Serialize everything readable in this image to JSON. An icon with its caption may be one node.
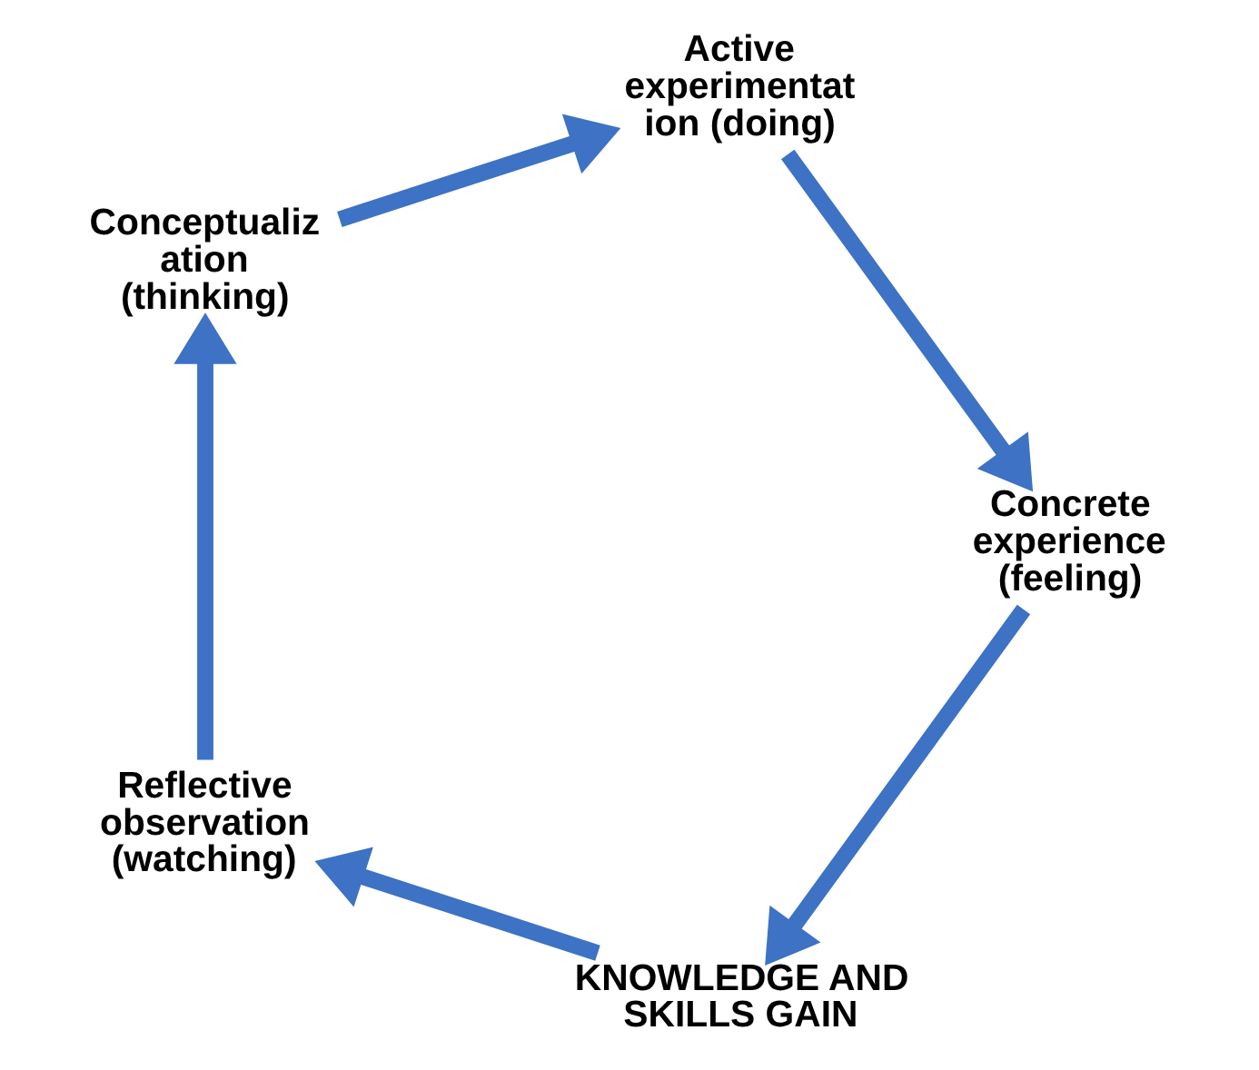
{
  "diagram": {
    "nodes": [
      {
        "text": [
          "KNOWLEDGE AND SKILLS GAIN"
        ]
      },
      {
        "text": [
          "Reflective observation (watching)"
        ]
      },
      {
        "text": [
          "Conceptualiz ation (thinking)"
        ]
      },
      {
        "text": [
          "Active experimentat ion (doing)"
        ]
      },
      {
        "text": [
          "Concrete experience (feeling)"
        ]
      }
    ],
    "edges": [
      {
        "from": 0,
        "to": 1,
        "arrow": "to"
      },
      {
        "from": 1,
        "to": 2,
        "arrow": "to"
      },
      {
        "from": 2,
        "to": 3,
        "arrow": "to"
      },
      {
        "from": 3,
        "to": 4,
        "arrow": "to"
      },
      {
        "from": 4,
        "to": 0,
        "arrow": "to"
      }
    ]
  }
}
